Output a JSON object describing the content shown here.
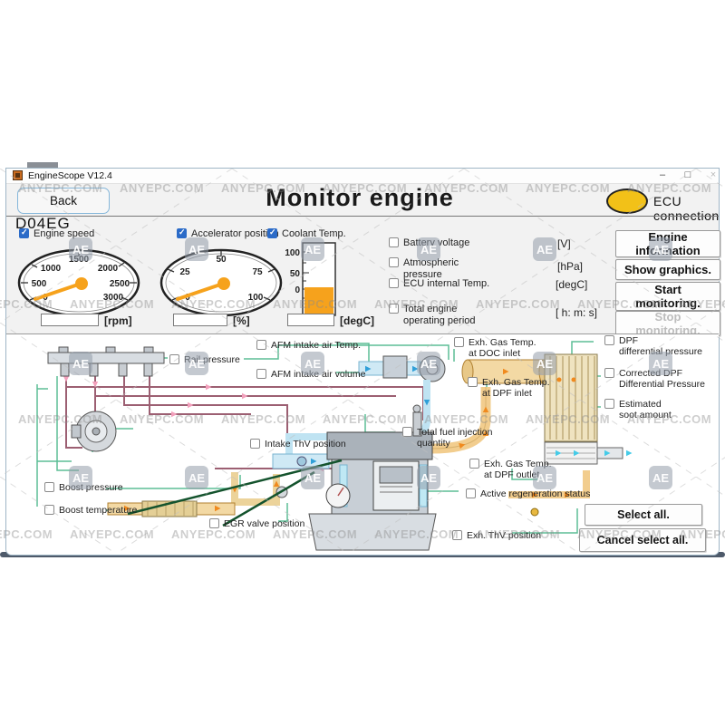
{
  "window": {
    "title": "EngineScope V12.4",
    "controls": {
      "minimize": "–",
      "maximize": "□",
      "close": "×"
    }
  },
  "header": {
    "back_label": "Back",
    "title": "Monitor engine",
    "ecu_label": "ECU connection"
  },
  "monitor": {
    "model": "D04EG",
    "gauges": [
      {
        "label": "Engine speed",
        "checked": true,
        "unit": "[rpm]",
        "value": "",
        "ticks": [
          "0",
          "500",
          "1000",
          "1500",
          "2000",
          "2500",
          "3000"
        ]
      },
      {
        "label": "Accelerator position",
        "checked": true,
        "unit": "[%]",
        "value": "",
        "ticks": [
          "0",
          "25",
          "50",
          "75",
          "100"
        ]
      },
      {
        "label": "Coolant Temp.",
        "checked": true,
        "unit": "[degC]",
        "value": "",
        "ticks": [
          "100",
          "50",
          "0"
        ]
      }
    ],
    "params": [
      {
        "label": "Battery voltage",
        "unit": "[V]"
      },
      {
        "label": "Atmospheric\npressure",
        "unit": "[hPa]"
      },
      {
        "label": "ECU internal Temp.",
        "unit": "[degC]"
      },
      {
        "label": "Total engine\noperating period",
        "unit": "[ h: m: s]"
      }
    ],
    "buttons": {
      "engine_information": "Engine\ninformation",
      "show_graphics": "Show graphics.",
      "start_monitoring": "Start\nmonitoring.",
      "stop_monitoring": "Stop\nmonitoring."
    }
  },
  "diagram": {
    "sensors": [
      {
        "label": "Rail pressure"
      },
      {
        "label": "AFM intake air Temp."
      },
      {
        "label": "AFM intake air volume"
      },
      {
        "label": "Exh. Gas Temp.\nat DOC inlet"
      },
      {
        "label": "DPF\ndifferential pressure"
      },
      {
        "label": "Exh. Gas Temp.\nat DPF inlet"
      },
      {
        "label": "Corrected DPF\nDifferential Pressure"
      },
      {
        "label": "Estimated\nsoot amount"
      },
      {
        "label": "Total fuel injection\nquantity"
      },
      {
        "label": "Intake ThV position"
      },
      {
        "label": "Exh. Gas Temp.\nat DPF outlet"
      },
      {
        "label": "Active regeneration status"
      },
      {
        "label": "Boost pressure"
      },
      {
        "label": "Boost temperature"
      },
      {
        "label": "EGR valve position"
      },
      {
        "label": "Exh. ThV position"
      }
    ],
    "select_all": "Select all.",
    "cancel_select_all": "Cancel select all."
  },
  "watermark": {
    "text": "ANYEPC.COM",
    "badge": "AE"
  },
  "colors": {
    "needle_orange": "#f6a21c",
    "checkbox_blue": "#2b6bc8",
    "ecu_yellow": "#f2c118",
    "wire_green": "#5dbd95",
    "fuel_maroon": "#9c5f72",
    "exhaust_tan": "#f3d9a4"
  }
}
